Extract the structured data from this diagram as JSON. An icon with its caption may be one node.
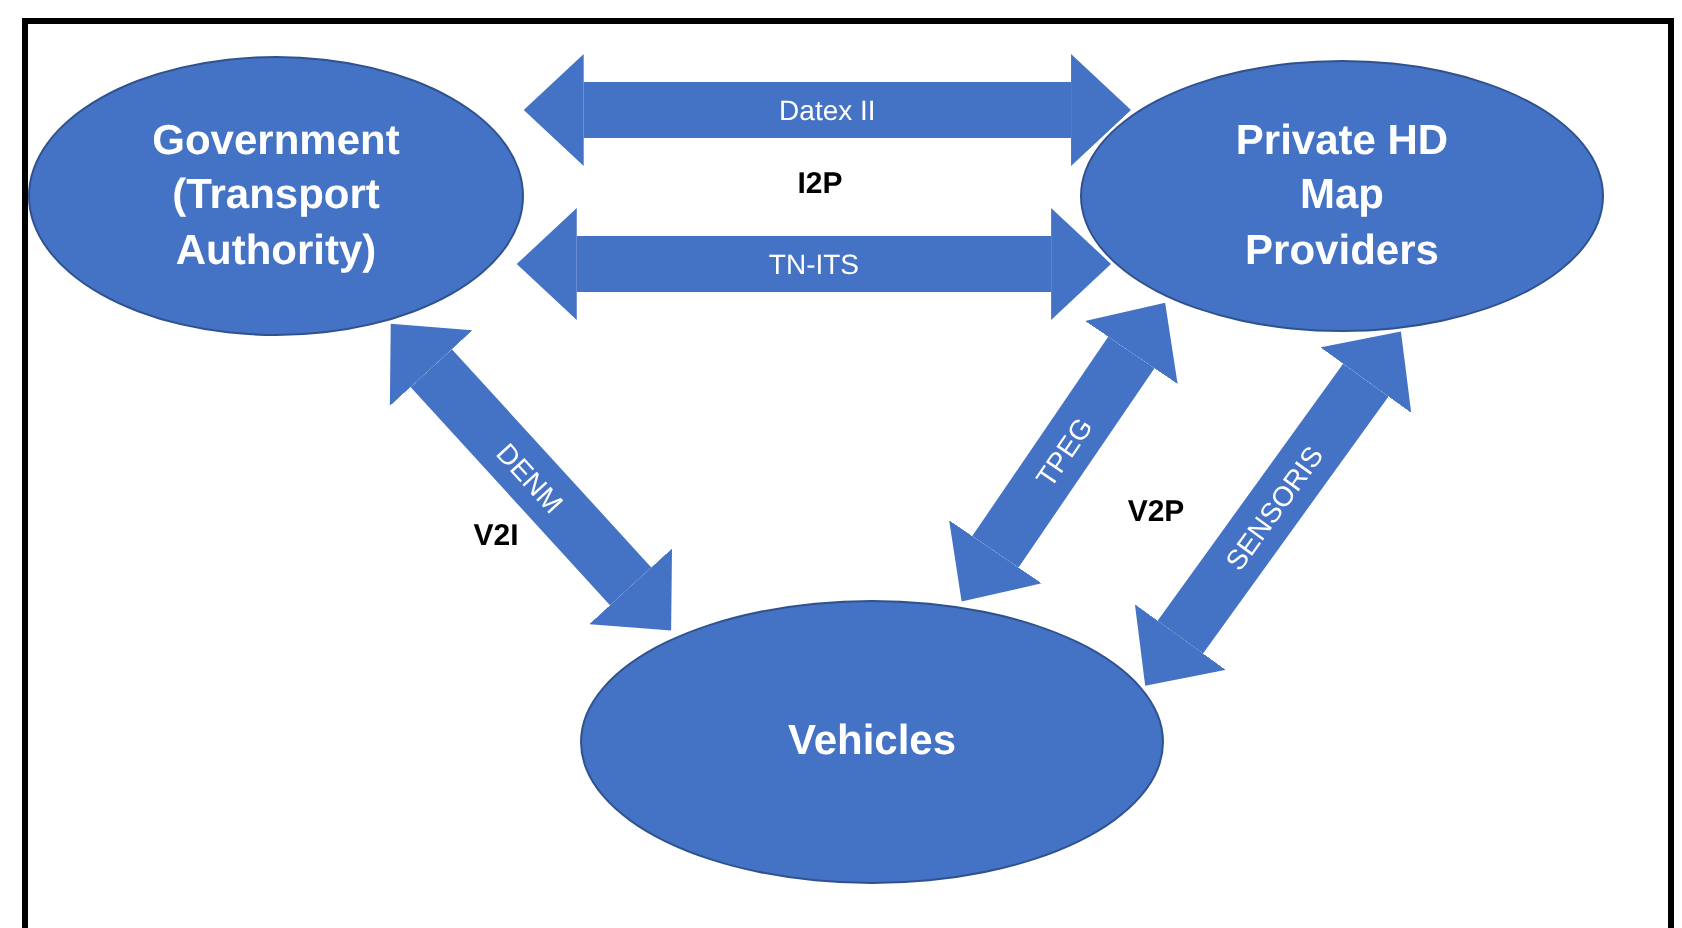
{
  "diagram": {
    "nodes": [
      {
        "text": [
          "Government (Transport Authority)"
        ]
      },
      {
        "text": [
          "Private HD Map Providers"
        ]
      },
      {
        "text": [
          "Vehicles"
        ]
      }
    ],
    "edges": [
      {
        "from": 0,
        "to": 1,
        "arrow": "both",
        "label": "Datex II"
      },
      {
        "from": 0,
        "to": 1,
        "arrow": "both",
        "label": "TN-ITS"
      },
      {
        "from": 0,
        "to": 2,
        "arrow": "both",
        "label": "DENM"
      },
      {
        "from": 1,
        "to": 2,
        "arrow": "both",
        "label": "TPEG"
      },
      {
        "from": 1,
        "to": 2,
        "arrow": "both",
        "label": "SENSORIS"
      }
    ],
    "labels": [
      "I2P",
      "V2I",
      "V2P"
    ]
  }
}
